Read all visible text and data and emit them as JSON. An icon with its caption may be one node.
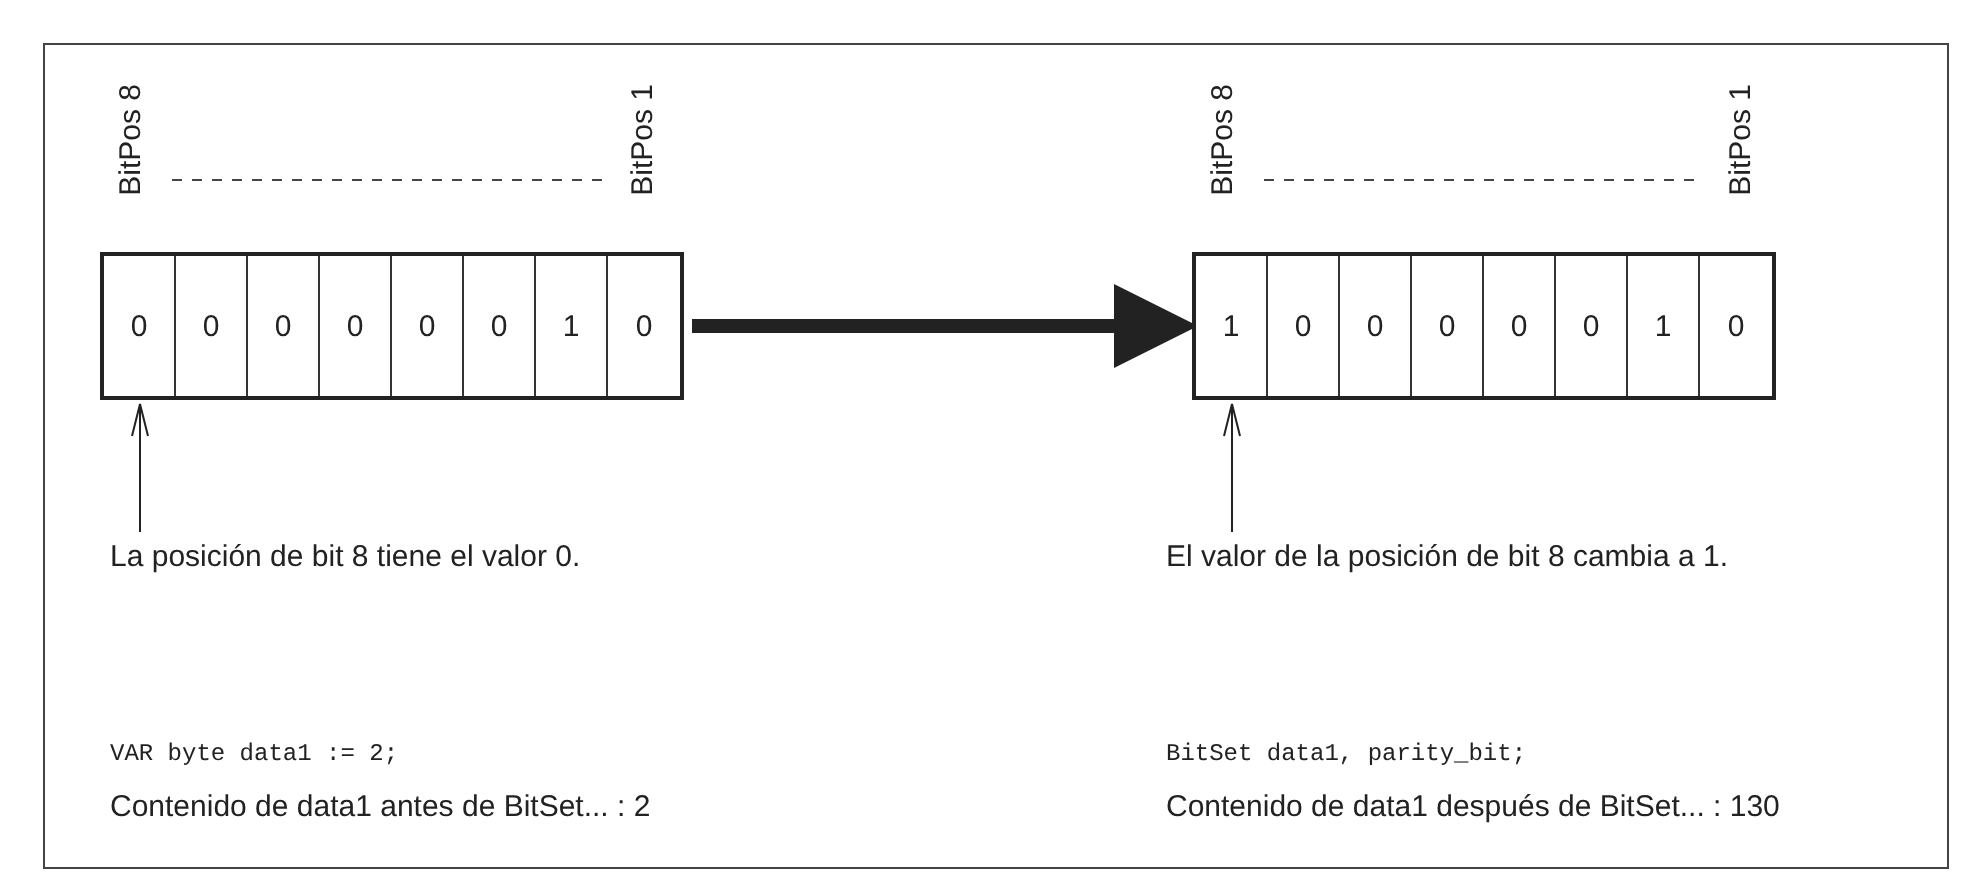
{
  "diagram": {
    "nodes": [
      {
        "text": [],
        "shape": "box"
      },
      {
        "text": [
          "0"
        ],
        "in": 0
      },
      {
        "text": [
          "0"
        ],
        "in": 0
      },
      {
        "text": [
          "0"
        ],
        "in": 0
      },
      {
        "text": [
          "0"
        ],
        "in": 0
      },
      {
        "text": [
          "0"
        ],
        "in": 0
      },
      {
        "text": [
          "0"
        ],
        "in": 0
      },
      {
        "text": [
          "1"
        ],
        "in": 0
      },
      {
        "text": [
          "0"
        ],
        "in": 0
      },
      {
        "text": [],
        "shape": "box"
      },
      {
        "text": [
          "1"
        ],
        "in": 9
      },
      {
        "text": [
          "0"
        ],
        "in": 9
      },
      {
        "text": [
          "0"
        ],
        "in": 9
      },
      {
        "text": [
          "0"
        ],
        "in": 9
      },
      {
        "text": [
          "0"
        ],
        "in": 9
      },
      {
        "text": [
          "0"
        ],
        "in": 9
      },
      {
        "text": [
          "1"
        ],
        "in": 9
      },
      {
        "text": [
          "0"
        ],
        "in": 9
      },
      {
        "text": [
          "La posición de bit 8 tiene el valor 0."
        ]
      },
      {
        "text": [
          "El valor de la posición de bit 8 cambia a 1."
        ]
      }
    ],
    "edges": [
      {
        "from": 0,
        "to": 9,
        "arrow": "to",
        "style": "thick"
      },
      {
        "from": 18,
        "to": 1,
        "arrow": "to"
      },
      {
        "from": 19,
        "to": 10,
        "arrow": "to"
      }
    ],
    "labels": [
      "BitPos 8",
      "BitPos 1",
      "BitPos 8",
      "BitPos 1",
      "VAR byte data1 := 2;",
      "BitSet data1, parity_bit;",
      "Contenido de data1 antes de BitSet... : 2",
      "Contenido de data1 después de BitSet... : 130"
    ]
  }
}
